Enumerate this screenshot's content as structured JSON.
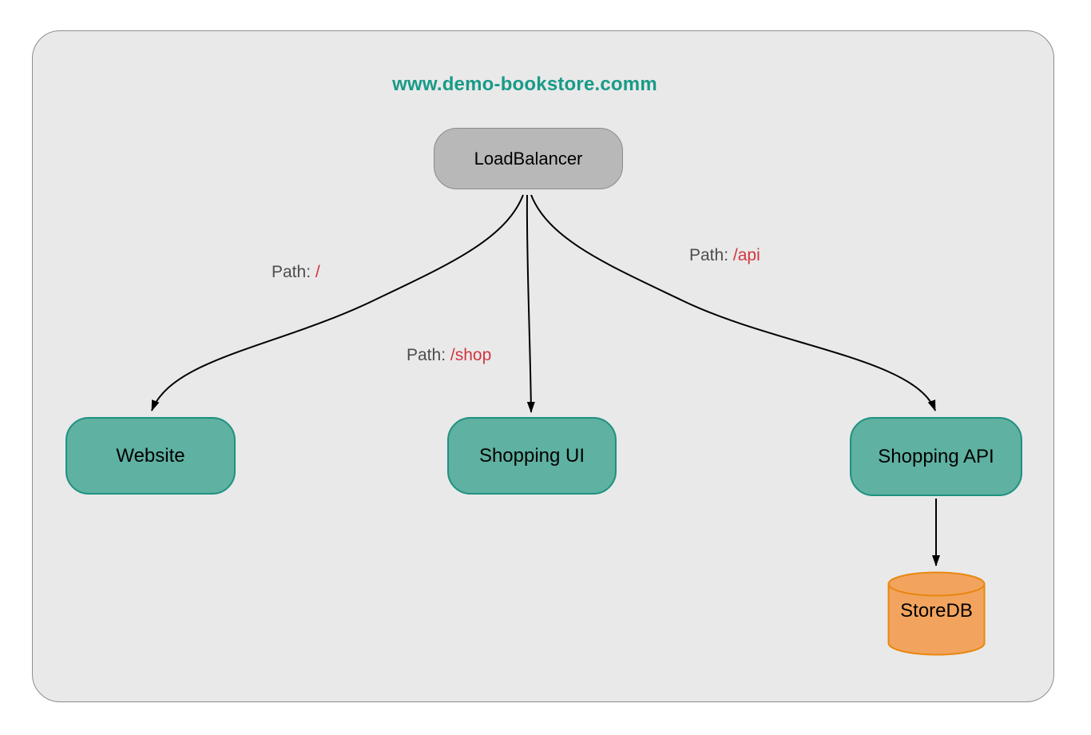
{
  "title": {
    "text": "www.demo-bookstore.comm"
  },
  "nodes": {
    "load_balancer": {
      "label": "LoadBalancer"
    },
    "website": {
      "label": "Website"
    },
    "shopping_ui": {
      "label": "Shopping UI"
    },
    "shopping_api": {
      "label": "Shopping API"
    },
    "store_db": {
      "label": "StoreDB"
    }
  },
  "edge_labels": {
    "website": {
      "prefix": "Path: ",
      "path": "/"
    },
    "shopping_ui": {
      "prefix": "Path: ",
      "path": "/shop"
    },
    "shopping_api": {
      "prefix": "Path: ",
      "path": "/api"
    }
  },
  "colors": {
    "page-bg": "#ffffff",
    "canvas-bg": "#e9e9e9",
    "canvas-border": "#8e8e8e",
    "title-color": "#189a88",
    "node-gray-fill": "#b8b8b8",
    "node-gray-border": "#8a8a8a",
    "node-teal-fill": "#5fb1a1",
    "node-teal-border": "#1f9181",
    "db-fill": "#f2a45f",
    "db-border": "#e8870f",
    "edge-color": "#000000",
    "label-prefix-color": "#4d4d4d",
    "label-path-color": "#d13540",
    "node-text-color": "#000000"
  }
}
